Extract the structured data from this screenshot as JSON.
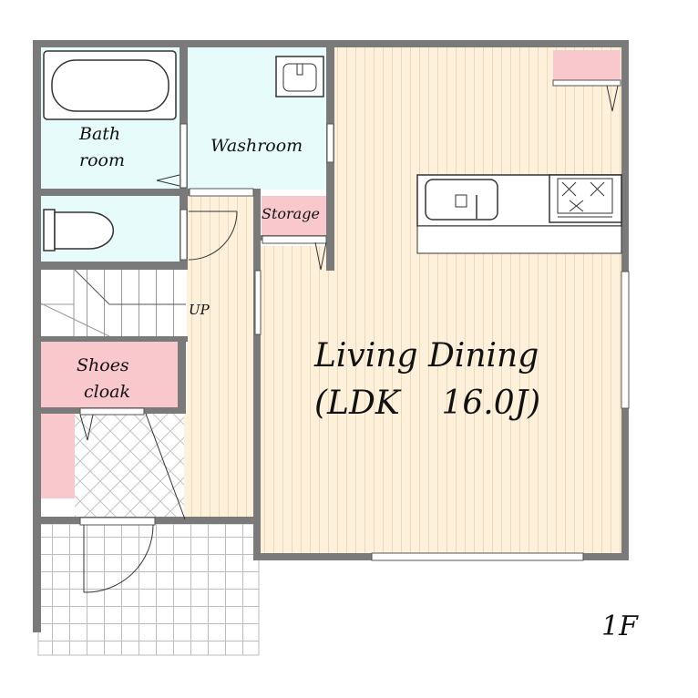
{
  "rooms": {
    "bath": {
      "line1": "Bath",
      "line2": "room"
    },
    "washroom": {
      "label": "Washroom"
    },
    "storage": {
      "label": "Storage"
    },
    "stairs": {
      "label": "UP"
    },
    "shoes": {
      "line1": "Shoes",
      "line2": "cloak"
    },
    "ldk": {
      "line1": "Living Dining",
      "line2": "(LDK    16.0J)"
    }
  },
  "floor": {
    "label": "1F"
  },
  "colors": {
    "wall": "#7a7a7a",
    "wood_floor": "#fdf1dc",
    "wood_line": "#ecd9bb",
    "wet_room": "#e8fbfb",
    "storage_pink": "#f9c8cc",
    "tile_line": "#bdbdbd"
  }
}
